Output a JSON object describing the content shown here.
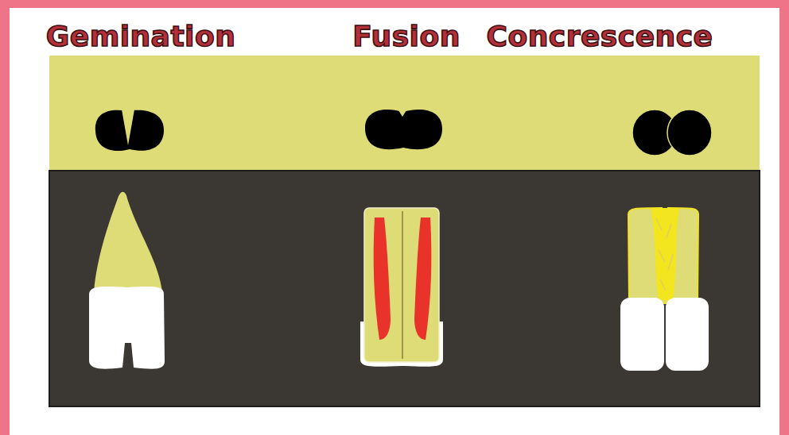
{
  "diagram": {
    "labels": [
      "Gemination",
      "Fusion",
      "Concrescence"
    ]
  }
}
